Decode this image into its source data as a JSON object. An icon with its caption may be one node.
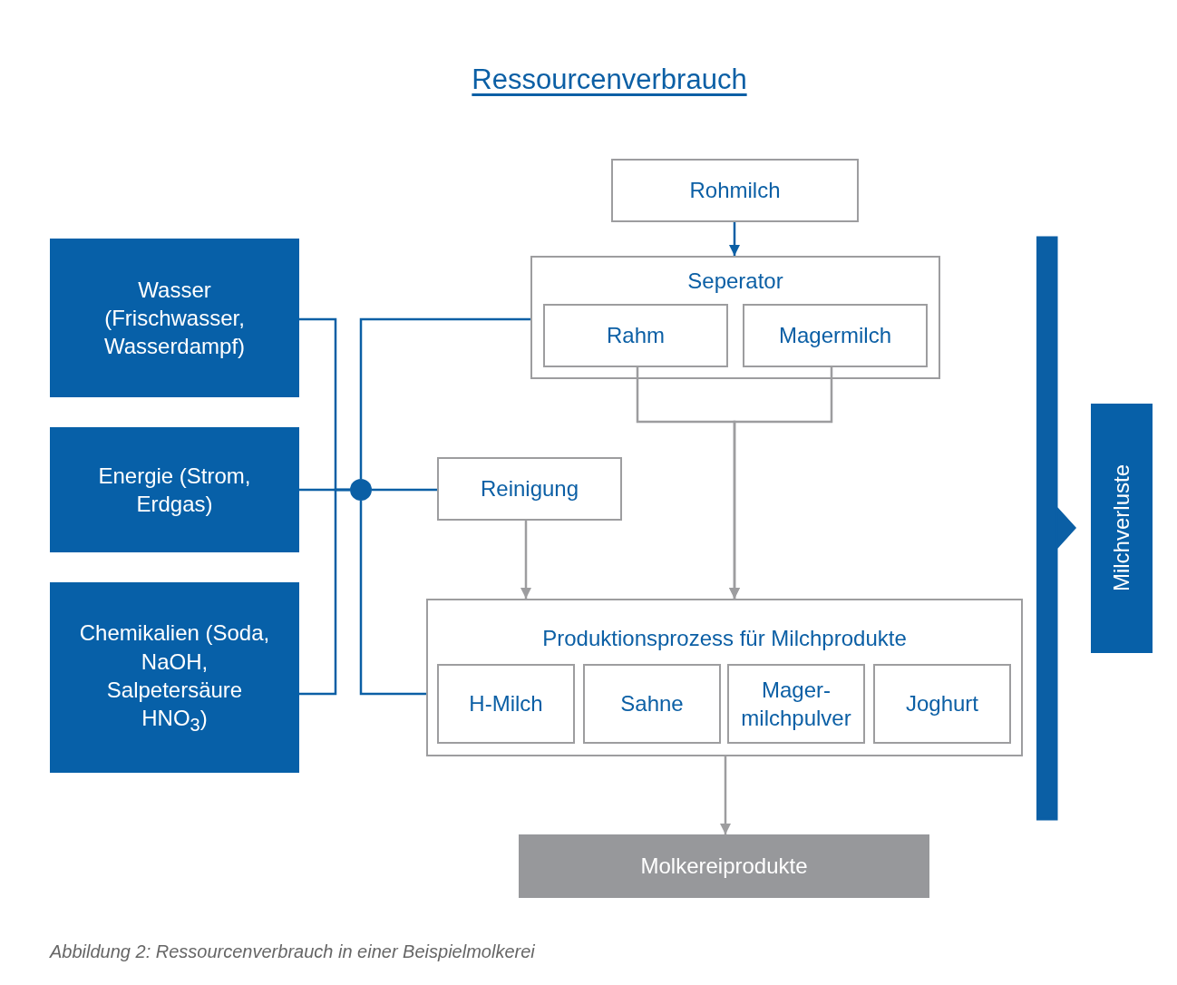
{
  "diagram": {
    "title": "Ressourcenverbrauch",
    "caption": "Abbildung 2: Ressourcenverbrauch in einer Beispielmolkerei",
    "nodes": [
      {
        "text": [
          "Rohmilch"
        ]
      },
      {
        "text": [
          "Seperator"
        ]
      },
      {
        "text": [
          "Rahm"
        ],
        "in": 1
      },
      {
        "text": [
          "Magermilch"
        ],
        "in": 1
      },
      {
        "text": [
          "Wasser (Frischwasser, Wasserdampf)"
        ]
      },
      {
        "text": [
          "Energie (Strom, Erdgas)"
        ]
      },
      {
        "text": [
          "Chemikalien (Soda, NaOH, Salpetersäure HNO$_{3}$)"
        ]
      },
      {
        "text": [],
        "shape": "circle"
      },
      {
        "text": [
          "Reinigung"
        ]
      },
      {
        "text": [
          "Produktionsprozess für Milchprodukte"
        ]
      },
      {
        "text": [
          "H-Milch"
        ],
        "in": 9
      },
      {
        "text": [
          "Sahne"
        ],
        "in": 9
      },
      {
        "text": [
          "Mager- milchpulver"
        ],
        "in": 9
      },
      {
        "text": [
          "Joghurt"
        ],
        "in": 9
      },
      {
        "text": [
          "Molkereiprodukte"
        ]
      },
      {
        "text": [
          "Milchverluste"
        ]
      }
    ],
    "edges": [
      {
        "from": 0,
        "to": 1,
        "arrow": "to"
      },
      {
        "from": 4,
        "to": 7,
        "arrow": "none"
      },
      {
        "from": 5,
        "to": 7,
        "arrow": "none"
      },
      {
        "from": 6,
        "to": 7,
        "arrow": "none"
      },
      {
        "from": 1,
        "to": 7,
        "arrow": "none"
      },
      {
        "from": 7,
        "to": 8,
        "arrow": "none"
      },
      {
        "from": 7,
        "to": 9,
        "arrow": "none"
      },
      {
        "from": 2,
        "to": 9,
        "arrow": "to",
        "color": "#9d9d9f"
      },
      {
        "from": 3,
        "to": 9,
        "arrow": "to",
        "color": "#9d9d9f"
      },
      {
        "from": 8,
        "to": 9,
        "arrow": "to",
        "color": "#9d9d9f"
      },
      {
        "from": 9,
        "to": 14,
        "arrow": "to",
        "color": "#9d9d9f"
      }
    ]
  }
}
